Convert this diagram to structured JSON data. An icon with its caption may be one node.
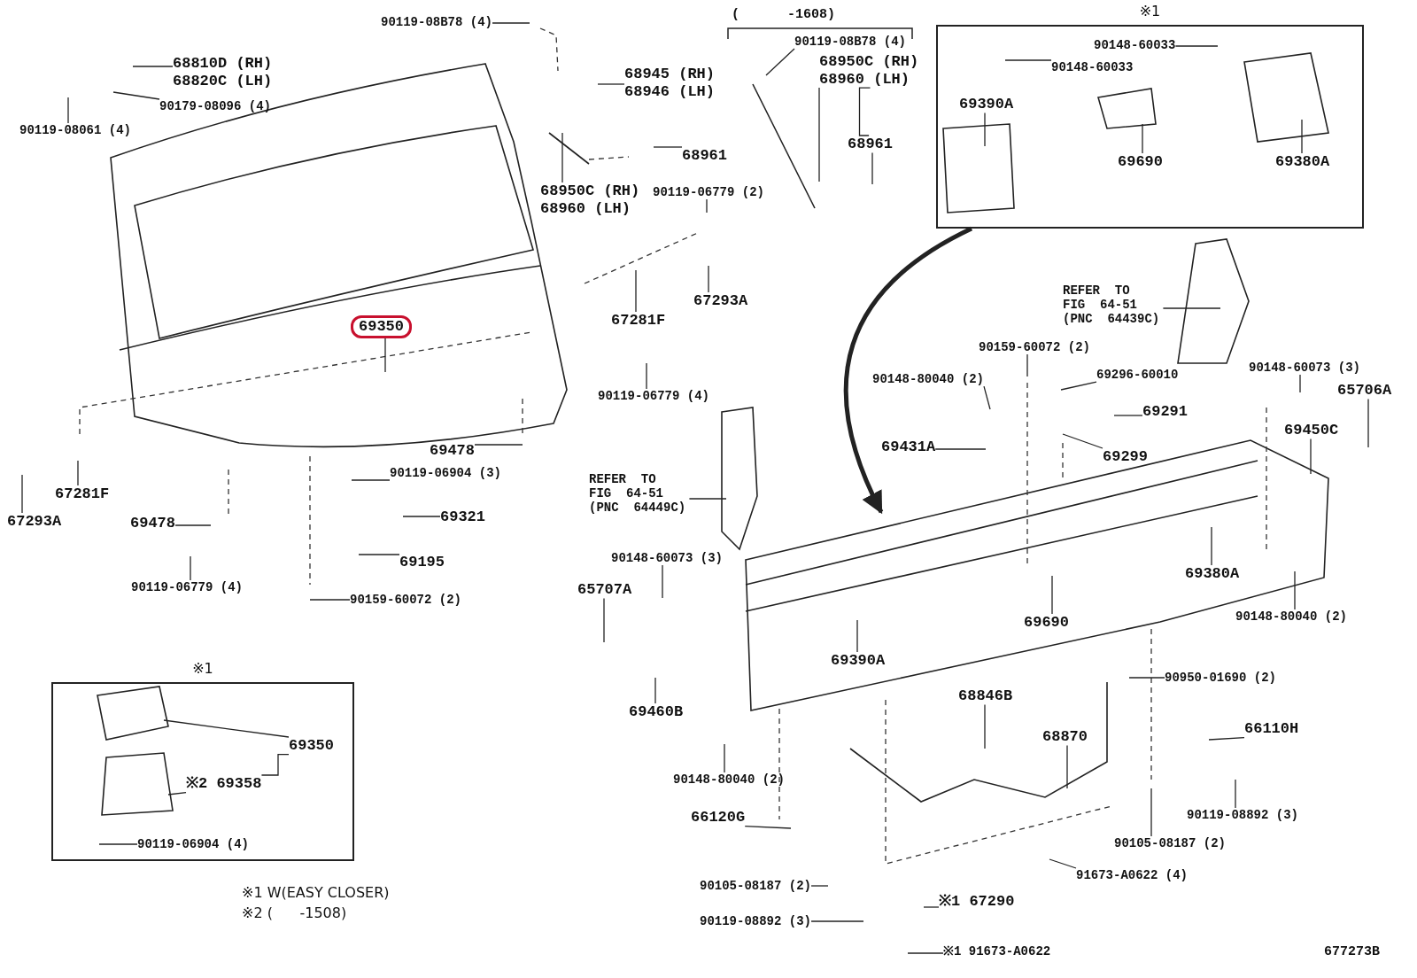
{
  "diagram": {
    "nodes": [
      {
        "text": [
          "90119-08B78 (4)"
        ]
      },
      {
        "text": [
          "90119-08B78 (4)"
        ]
      },
      {
        "text": [
          "※1"
        ]
      },
      {
        "text": [
          "90148-60033"
        ],
        "in": 2
      },
      {
        "text": [
          "68810D (RH)",
          "68820C (LH)"
        ]
      },
      {
        "text": [
          "68945 (RH)",
          "68946 (LH)"
        ]
      },
      {
        "text": [
          "68950C (RH)",
          "68960 (LH)"
        ]
      },
      {
        "text": [
          "90148-60033"
        ],
        "in": 2
      },
      {
        "text": [
          "90179-08096 (4)"
        ]
      },
      {
        "text": [
          "69390A"
        ],
        "in": 2
      },
      {
        "text": [
          "90119-08061 (4)"
        ]
      },
      {
        "text": [
          "68961"
        ]
      },
      {
        "text": [
          "68961"
        ]
      },
      {
        "text": [
          "69690"
        ],
        "in": 2
      },
      {
        "text": [
          "69380A"
        ],
        "in": 2
      },
      {
        "text": [
          "68950C (RH)",
          "68960 (LH)"
        ]
      },
      {
        "text": [
          "90119-06779 (2)"
        ]
      },
      {
        "text": [
          "REFER TO FIG 64-51 (PNC 64439C)"
        ]
      },
      {
        "text": [
          "67293A"
        ]
      },
      {
        "text": [
          "67281F"
        ]
      },
      {
        "text": [
          "69350"
        ]
      },
      {
        "text": [
          "90159-60072 (2)"
        ]
      },
      {
        "text": [
          "90148-60073 (3)"
        ]
      },
      {
        "text": [
          "90148-80040 (2)"
        ]
      },
      {
        "text": [
          "69296-60010"
        ]
      },
      {
        "text": [
          "65706A"
        ]
      },
      {
        "text": [
          "90119-06779 (4)"
        ]
      },
      {
        "text": [
          "69291"
        ]
      },
      {
        "text": [
          "69450C"
        ]
      },
      {
        "text": [
          "69299"
        ]
      },
      {
        "text": [
          "69431A"
        ]
      },
      {
        "text": [
          "69478"
        ]
      },
      {
        "text": [
          "90119-06904 (3)"
        ]
      },
      {
        "text": [
          "REFER TO FIG 64-51 (PNC 64449C)"
        ]
      },
      {
        "text": [
          "67281F"
        ]
      },
      {
        "text": [
          "69321"
        ]
      },
      {
        "text": [
          "67293A"
        ]
      },
      {
        "text": [
          "69478"
        ]
      },
      {
        "text": [
          "69195"
        ]
      },
      {
        "text": [
          "90148-60073 (3)"
        ]
      },
      {
        "text": [
          "69380A"
        ]
      },
      {
        "text": [
          "90119-06779 (4)"
        ]
      },
      {
        "text": [
          "90159-60072 (2)"
        ]
      },
      {
        "text": [
          "65707A"
        ]
      },
      {
        "text": [
          "90148-80040 (2)"
        ]
      },
      {
        "text": [
          "69690"
        ]
      },
      {
        "text": [
          "69390A"
        ]
      },
      {
        "text": [
          "※1"
        ]
      },
      {
        "text": [
          "90950-01690 (2)"
        ]
      },
      {
        "text": [
          "68846B"
        ]
      },
      {
        "text": [
          "69460B"
        ]
      },
      {
        "text": [
          "66110H"
        ]
      },
      {
        "text": [
          "69350"
        ],
        "in": 47
      },
      {
        "text": [
          "※2 69358"
        ],
        "in": 47
      },
      {
        "text": [
          "68870"
        ]
      },
      {
        "text": [
          "90148-80040 (2)"
        ]
      },
      {
        "text": [
          "90119-08892 (3)"
        ]
      },
      {
        "text": [
          "66120G"
        ]
      },
      {
        "text": [
          "90105-08187 (2)"
        ]
      },
      {
        "text": [
          "90119-06904 (4)"
        ],
        "in": 47
      },
      {
        "text": [
          "90105-08187 (2)"
        ]
      },
      {
        "text": [
          "91673-A0622 (4)"
        ]
      },
      {
        "text": [
          "※1 67290"
        ]
      },
      {
        "text": [
          "90119-08892 (3)"
        ]
      },
      {
        "text": [
          "※1 91673-A0622"
        ]
      }
    ],
    "edges": [
      {
        "from": 0,
        "to": null,
        "arrow": "none"
      },
      {
        "from": 1,
        "to": null,
        "arrow": "none"
      },
      {
        "from": 2,
        "to": null,
        "arrow": "to",
        "style": "thick"
      },
      {
        "from": 3,
        "to": null,
        "arrow": "none"
      },
      {
        "from": 4,
        "to": null,
        "arrow": "none"
      },
      {
        "from": 5,
        "to": null,
        "arrow": "none"
      },
      {
        "from": 6,
        "to": null,
        "arrow": "none"
      },
      {
        "from": 6,
        "to": 11,
        "arrow": "none"
      },
      {
        "from": 7,
        "to": null,
        "arrow": "none"
      },
      {
        "from": 8,
        "to": null,
        "arrow": "none"
      },
      {
        "from": 9,
        "to": null,
        "arrow": "none"
      },
      {
        "from": 10,
        "to": null,
        "arrow": "none"
      },
      {
        "from": 11,
        "to": null,
        "arrow": "none"
      },
      {
        "from": 12,
        "to": null,
        "arrow": "none"
      },
      {
        "from": 13,
        "to": null,
        "arrow": "none"
      },
      {
        "from": 14,
        "to": null,
        "arrow": "none"
      },
      {
        "from": 15,
        "to": null,
        "arrow": "none"
      },
      {
        "from": 16,
        "to": null,
        "arrow": "none"
      },
      {
        "from": 17,
        "to": null,
        "arrow": "none"
      },
      {
        "from": 18,
        "to": null,
        "arrow": "none"
      },
      {
        "from": 19,
        "to": null,
        "arrow": "none"
      },
      {
        "from": 20,
        "to": null,
        "arrow": "none"
      },
      {
        "from": 21,
        "to": null,
        "arrow": "none"
      },
      {
        "from": 22,
        "to": null,
        "arrow": "none"
      },
      {
        "from": 23,
        "to": null,
        "arrow": "none"
      },
      {
        "from": 24,
        "to": null,
        "arrow": "none"
      },
      {
        "from": 25,
        "to": null,
        "arrow": "none"
      },
      {
        "from": 26,
        "to": null,
        "arrow": "none"
      },
      {
        "from": 27,
        "to": null,
        "arrow": "none"
      },
      {
        "from": 28,
        "to": null,
        "arrow": "none"
      },
      {
        "from": 29,
        "to": null,
        "arrow": "none"
      },
      {
        "from": 30,
        "to": null,
        "arrow": "none"
      },
      {
        "from": 31,
        "to": null,
        "arrow": "none"
      },
      {
        "from": 32,
        "to": null,
        "arrow": "none"
      },
      {
        "from": 33,
        "to": null,
        "arrow": "none"
      },
      {
        "from": 34,
        "to": null,
        "arrow": "none"
      },
      {
        "from": 35,
        "to": null,
        "arrow": "none"
      },
      {
        "from": 36,
        "to": null,
        "arrow": "none"
      },
      {
        "from": 37,
        "to": null,
        "arrow": "none"
      },
      {
        "from": 38,
        "to": null,
        "arrow": "none"
      },
      {
        "from": 39,
        "to": null,
        "arrow": "none"
      },
      {
        "from": 40,
        "to": null,
        "arrow": "none"
      },
      {
        "from": 41,
        "to": null,
        "arrow": "none"
      },
      {
        "from": 42,
        "to": null,
        "arrow": "none"
      },
      {
        "from": 43,
        "to": null,
        "arrow": "none"
      },
      {
        "from": 44,
        "to": null,
        "arrow": "none"
      },
      {
        "from": 45,
        "to": null,
        "arrow": "none"
      },
      {
        "from": 46,
        "to": null,
        "arrow": "none"
      },
      {
        "from": 48,
        "to": null,
        "arrow": "none"
      },
      {
        "from": 49,
        "to": null,
        "arrow": "none"
      },
      {
        "from": 50,
        "to": null,
        "arrow": "none"
      },
      {
        "from": 51,
        "to": null,
        "arrow": "none"
      },
      {
        "from": 52,
        "to": null,
        "arrow": "none"
      },
      {
        "from": 52,
        "to": 53,
        "arrow": "none"
      },
      {
        "from": 53,
        "to": null,
        "arrow": "none"
      },
      {
        "from": 54,
        "to": null,
        "arrow": "none"
      },
      {
        "from": 55,
        "to": null,
        "arrow": "none"
      },
      {
        "from": 56,
        "to": null,
        "arrow": "none"
      },
      {
        "from": 57,
        "to": null,
        "arrow": "none"
      },
      {
        "from": 58,
        "to": null,
        "arrow": "none"
      },
      {
        "from": 59,
        "to": null,
        "arrow": "none"
      },
      {
        "from": 60,
        "to": null,
        "arrow": "none"
      },
      {
        "from": 61,
        "to": null,
        "arrow": "none"
      },
      {
        "from": 62,
        "to": null,
        "arrow": "none"
      },
      {
        "from": 63,
        "to": null,
        "arrow": "none"
      },
      {
        "from": 64,
        "to": null,
        "arrow": "none"
      }
    ],
    "labels": [
      "(      -1608)",
      "※1 W(EASY CLOSER)",
      "※2 (      -1508)",
      "677273B"
    ]
  }
}
